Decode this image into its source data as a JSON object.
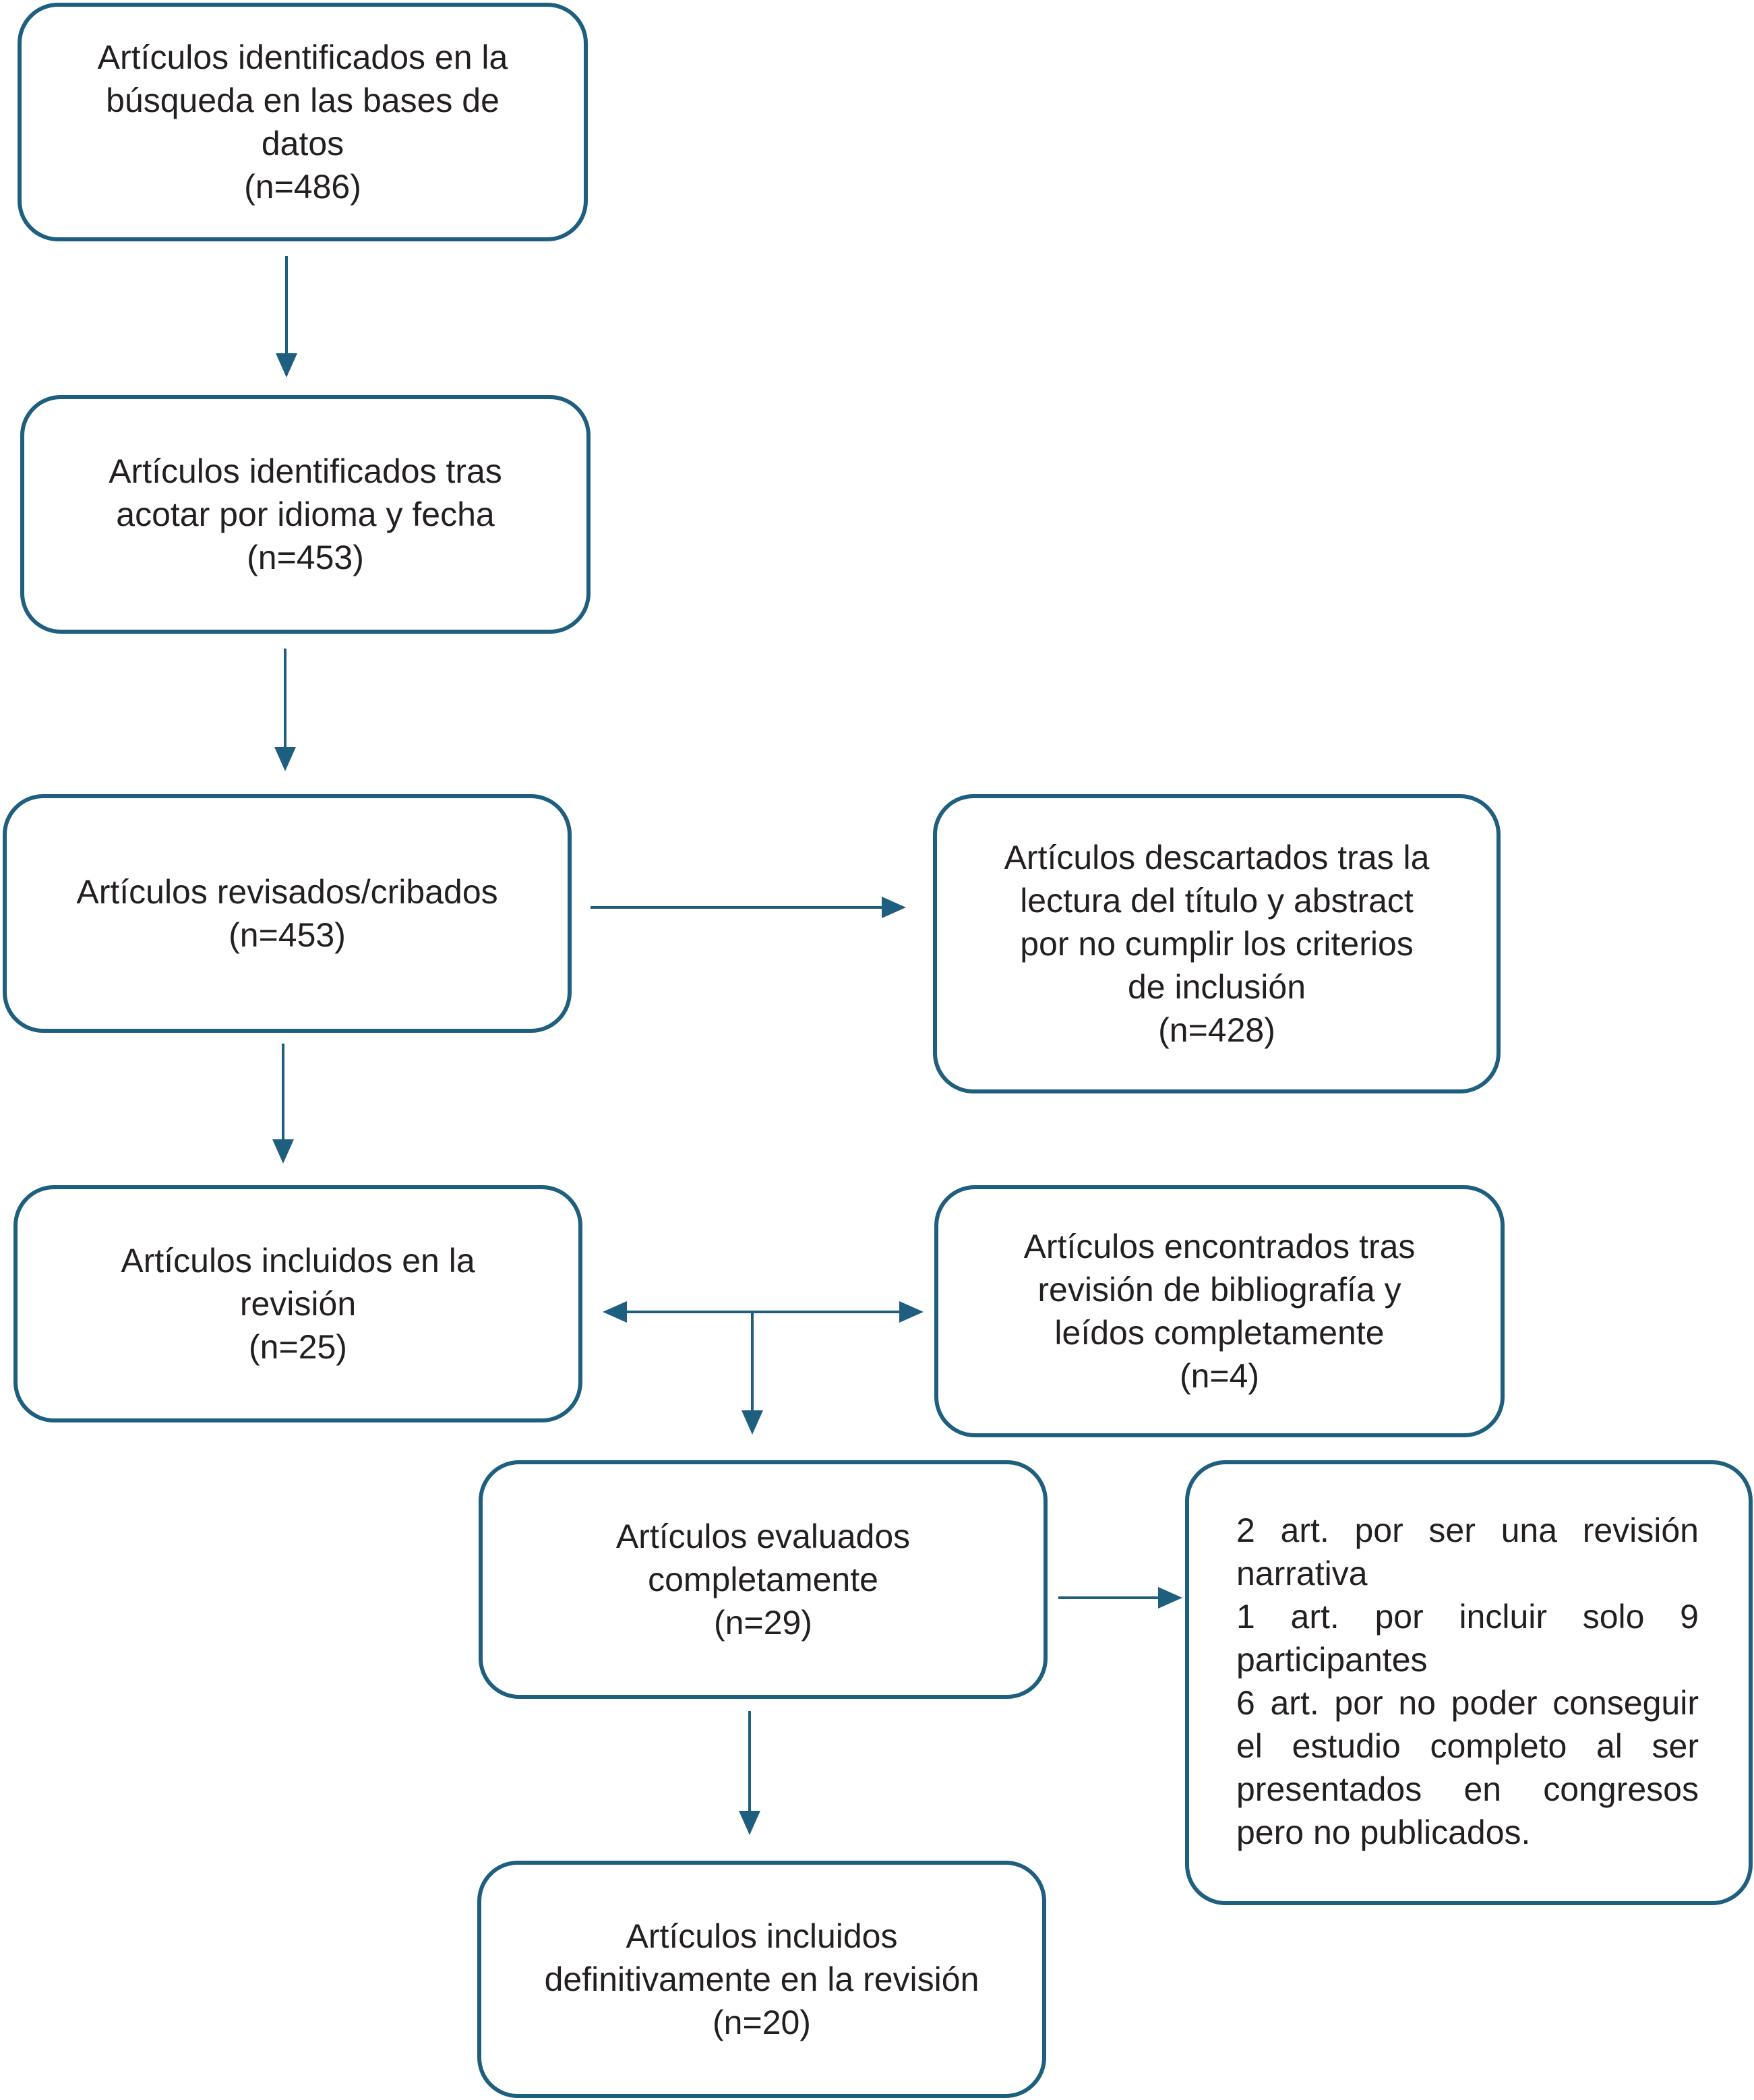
{
  "boxes": {
    "identified": {
      "lines": [
        "Artículos identificados en la",
        "búsqueda en las bases de",
        "datos",
        "(n=486)"
      ]
    },
    "filtered": {
      "lines": [
        "Artículos identificados tras",
        "acotar por idioma y fecha",
        "(n=453)"
      ]
    },
    "screened": {
      "lines": [
        "Artículos revisados/cribados",
        "(n=453)"
      ]
    },
    "discarded": {
      "lines": [
        "Artículos descartados tras la",
        "lectura del título y abstract",
        "por no cumplir los criterios",
        "de inclusión",
        "(n=428)"
      ]
    },
    "included": {
      "lines": [
        "Artículos incluidos en la",
        "revisión",
        "(n=25)"
      ]
    },
    "bibliography": {
      "lines": [
        "Artículos encontrados tras",
        "revisión de bibliografía y",
        "leídos completamente",
        "(n=4)"
      ]
    },
    "evaluated": {
      "lines": [
        "Artículos evaluados",
        "completamente",
        "(n=29)"
      ]
    },
    "excluded_reasons": {
      "lines": [
        "2 art. por ser una revisión",
        "narrativa",
        "1 art. por incluir solo 9",
        "participantes",
        "6 art. por no poder conseguir",
        "el estudio completo al ser",
        "presentados en congresos",
        "pero no publicados."
      ]
    },
    "final": {
      "lines": [
        "Artículos incluidos",
        "definitivamente en la revisión",
        "(n=20)"
      ]
    }
  },
  "colors": {
    "border": "#1e5f80",
    "arrow": "#1e5f80",
    "text": "#231f20"
  }
}
